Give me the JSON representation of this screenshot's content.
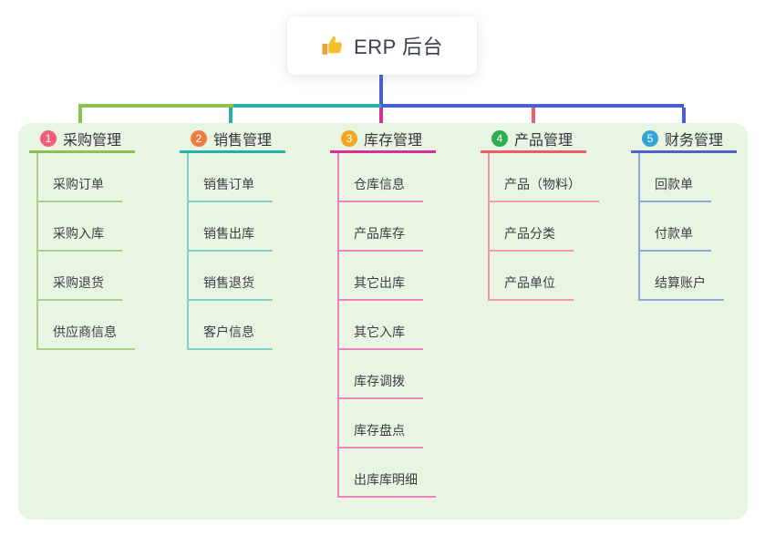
{
  "root": {
    "icon": "thumbs-up-icon",
    "label": "ERP 后台"
  },
  "panel_background": "#e9f5e3",
  "connectors": {
    "stem_color": "#4a5fd0",
    "bus_segments": [
      {
        "name": "bus-left",
        "color": "#8cc152"
      },
      {
        "name": "bus-mid",
        "color": "#26b3a7"
      },
      {
        "name": "bus-right",
        "color": "#4a5fd0"
      }
    ],
    "drop_colors": [
      "#8cc152",
      "#26b3a7",
      "#d63098",
      "#f25c66",
      "#4a5fd0"
    ]
  },
  "branches": [
    {
      "number": "1",
      "title": "采购管理",
      "badge_color": "#f0607c",
      "line_color": "#8cc152",
      "item_line_color": "#a9d287",
      "items": [
        "采购订单",
        "采购入库",
        "采购退货",
        "供应商信息"
      ]
    },
    {
      "number": "2",
      "title": "销售管理",
      "badge_color": "#ef7e3e",
      "line_color": "#26b3a7",
      "item_line_color": "#7fd1c8",
      "items": [
        "销售订单",
        "销售出库",
        "销售退货",
        "客户信息"
      ]
    },
    {
      "number": "3",
      "title": "库存管理",
      "badge_color": "#f5a623",
      "line_color": "#d63098",
      "item_line_color": "#ee82c3",
      "items": [
        "仓库信息",
        "产品库存",
        "其它出库",
        "其它入库",
        "库存调拨",
        "库存盘点",
        "出库库明细"
      ]
    },
    {
      "number": "4",
      "title": "产品管理",
      "badge_color": "#30ad52",
      "line_color": "#f25c66",
      "item_line_color": "#f59aa0",
      "items": [
        "产品（物料）",
        "产品分类",
        "产品单位"
      ]
    },
    {
      "number": "5",
      "title": "财务管理",
      "badge_color": "#30a5d9",
      "line_color": "#4a64c8",
      "item_line_color": "#93a6d9",
      "items": [
        "回款单",
        "付款单",
        "结算账户"
      ]
    }
  ]
}
